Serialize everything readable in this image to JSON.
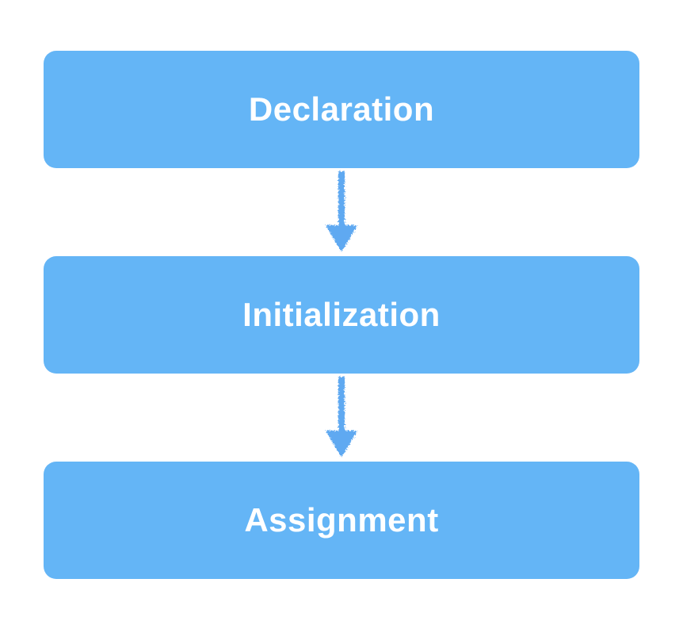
{
  "diagram": {
    "type": "flowchart",
    "direction": "top-to-bottom",
    "nodes": [
      {
        "id": "declaration",
        "label": "Declaration"
      },
      {
        "id": "initialization",
        "label": "Initialization"
      },
      {
        "id": "assignment",
        "label": "Assignment"
      }
    ],
    "edges": [
      {
        "from": "declaration",
        "to": "initialization",
        "style": "arrow-down"
      },
      {
        "from": "initialization",
        "to": "assignment",
        "style": "arrow-down"
      }
    ],
    "colors": {
      "background": "#ffffff",
      "node_fill": "#64b5f6",
      "node_text": "#ffffff",
      "arrow": "#5fa9f1"
    }
  }
}
